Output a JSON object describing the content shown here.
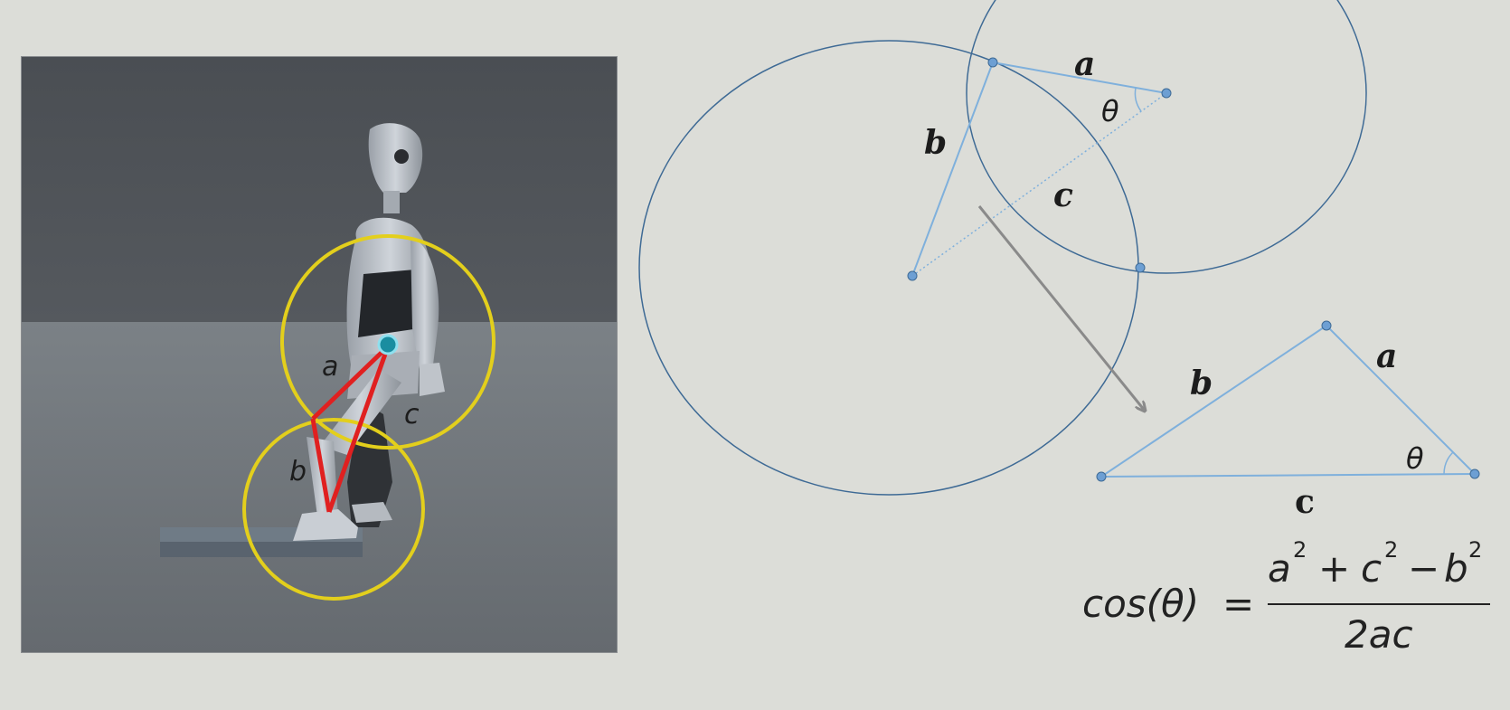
{
  "scene": {
    "labels": {
      "a": "a",
      "b": "b",
      "c": "c"
    }
  },
  "circles_diagram": {
    "labels": {
      "a": "a",
      "b": "b",
      "c": "c",
      "theta": "θ"
    }
  },
  "triangle": {
    "labels": {
      "a": "a",
      "b": "b",
      "c": "c",
      "theta": "θ"
    }
  },
  "formula": {
    "lhs": "cos(θ)",
    "equals": "=",
    "num_a": "a",
    "num_plus": "+",
    "num_c": "c",
    "num_minus": "−",
    "num_b": "b",
    "exp": "2",
    "denominator": "2ac"
  },
  "colors": {
    "background": "#dcddd8",
    "circle_stroke": "#3e6a95",
    "line_stroke": "#7fb0dc",
    "node_fill": "#6d9fd3",
    "arrow": "#8a8a8a",
    "ik_line": "#e02020",
    "yellow_ring": "#e3cf1c"
  }
}
